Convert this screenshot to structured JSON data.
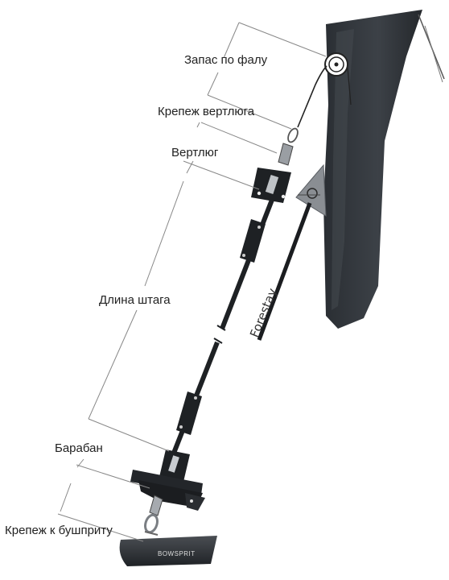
{
  "labels": {
    "halyard_allowance": "Запас по фалу",
    "swivel_attachment": "Крепеж вертлюга",
    "swivel": "Вертлюг",
    "stay_length": "Длина штага",
    "drum": "Барабан",
    "bowsprit_attachment": "Крепеж к бушприту",
    "forestay": "Forestay",
    "bowsprit": "BOWSPRIT"
  },
  "colors": {
    "mast": "#2f3338",
    "mast_highlight": "#4a4f55",
    "hardware": "#1e2124",
    "dimension_line": "#888888",
    "text": "#222222"
  }
}
